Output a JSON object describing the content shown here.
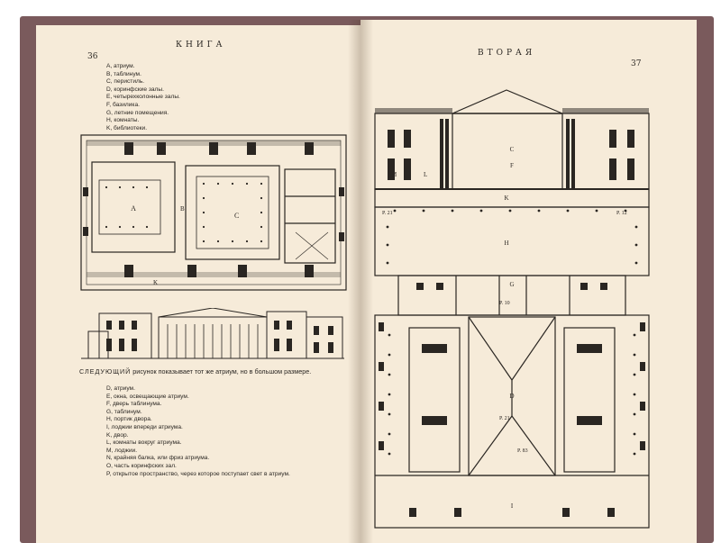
{
  "left_page": {
    "page_number": "36",
    "running_head": "КНИГА",
    "legend_top": [
      "A, атриум.",
      "B, таблинум.",
      "C, перистиль.",
      "D, коринфские залы.",
      "E, четырехколонные залы.",
      "F, базилика.",
      "G, летние помещения.",
      "H, комнаты.",
      "K, библиотеки."
    ],
    "plan_labels": {
      "a": "A",
      "b": "B",
      "c": "C",
      "k": "K"
    },
    "paragraph_lead": "СЛЕДУЮЩИЙ",
    "paragraph_rest": " рисунок показывает тот же атриум, но в большом размере.",
    "legend_bottom": [
      "D, атриум.",
      "E, окна, освещающие атриум.",
      "F, дверь таблинума.",
      "G, таблинум.",
      "H, портик двора.",
      "I, лоджии впереди атриума.",
      "K, двор.",
      "L, комнаты вокруг атриума.",
      "M, лоджии.",
      "N, крайняя балка, или фриз атриума.",
      "O, часть коринфских зал.",
      "P, открытое пространство, через которое поступает свет в атриум."
    ]
  },
  "right_page": {
    "page_number": "37",
    "running_head": "ВТОРАЯ",
    "drawing_labels": {
      "k": "K",
      "h": "H",
      "m": "M",
      "l": "L",
      "f": "F",
      "g": "G",
      "c": "C",
      "d": "D",
      "i": "I",
      "p1": "P. 21",
      "p2": "P. 10",
      "p3": "P. 83",
      "p4": "P. 12",
      "p5": "P. 21"
    }
  }
}
